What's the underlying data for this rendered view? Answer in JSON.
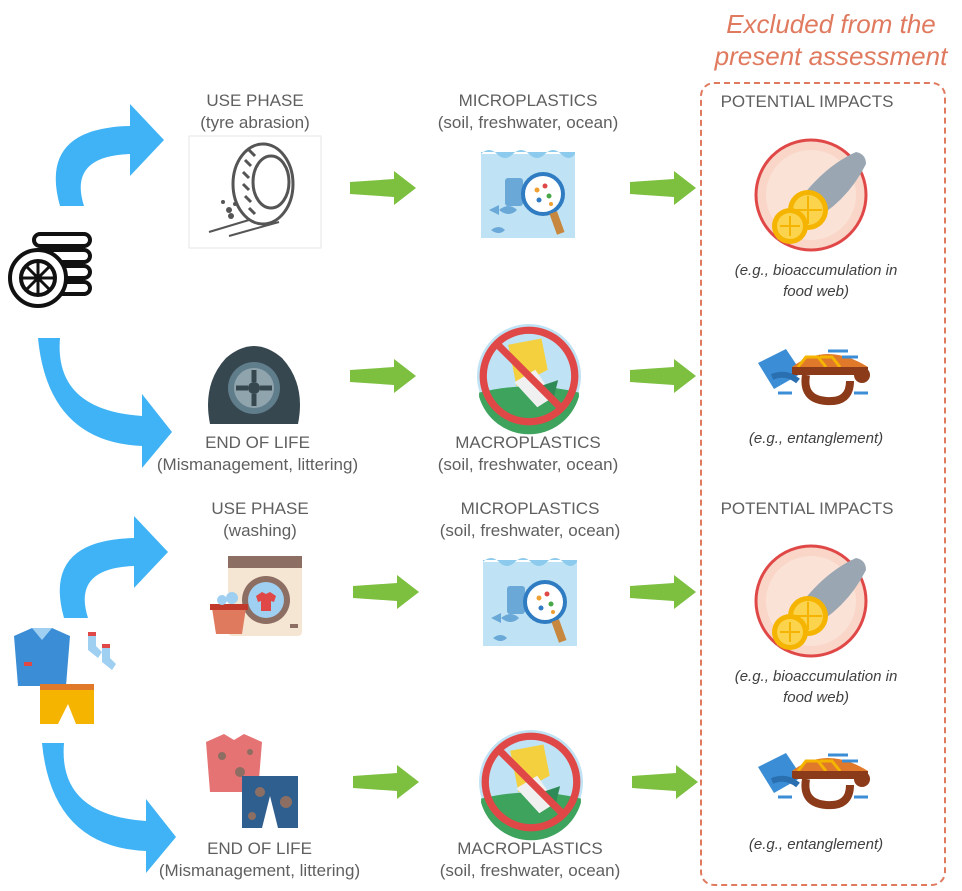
{
  "excluded": {
    "line1": "Excluded from the",
    "line2": "present assessment"
  },
  "tyres": {
    "use_phase": {
      "title": "USE PHASE",
      "subtitle": "(tyre abrasion)"
    },
    "micro": {
      "title": "MICROPLASTICS",
      "subtitle": "(soil, freshwater, ocean)"
    },
    "end_of_life": {
      "title": "END OF LIFE",
      "subtitle": "(Mismanagement, littering)"
    },
    "macro": {
      "title": "MACROPLASTICS",
      "subtitle": "(soil, freshwater, ocean)"
    },
    "impacts": {
      "title": "POTENTIAL IMPACTS",
      "bio_line1": "(e.g., bioaccumulation in",
      "bio_line2": "food web)",
      "entanglement": "(e.g., entanglement)"
    }
  },
  "textiles": {
    "use_phase": {
      "title": "USE PHASE",
      "subtitle": "(washing)"
    },
    "micro": {
      "title": "MICROPLASTICS",
      "subtitle": "(soil, freshwater, ocean)"
    },
    "end_of_life": {
      "title": "END OF LIFE",
      "subtitle": "(Mismanagement, littering)"
    },
    "macro": {
      "title": "MACROPLASTICS",
      "subtitle": "(soil, freshwater, ocean)"
    },
    "impacts": {
      "title": "POTENTIAL IMPACTS",
      "bio_line1": "(e.g., bioaccumulation in",
      "bio_line2": "food web)",
      "entanglement": "(e.g., entanglement)"
    }
  },
  "colors": {
    "blue_arrow": "#3fb3f5",
    "green_arrow": "#7dbf3f",
    "dashed_box": "#e07a5f"
  }
}
